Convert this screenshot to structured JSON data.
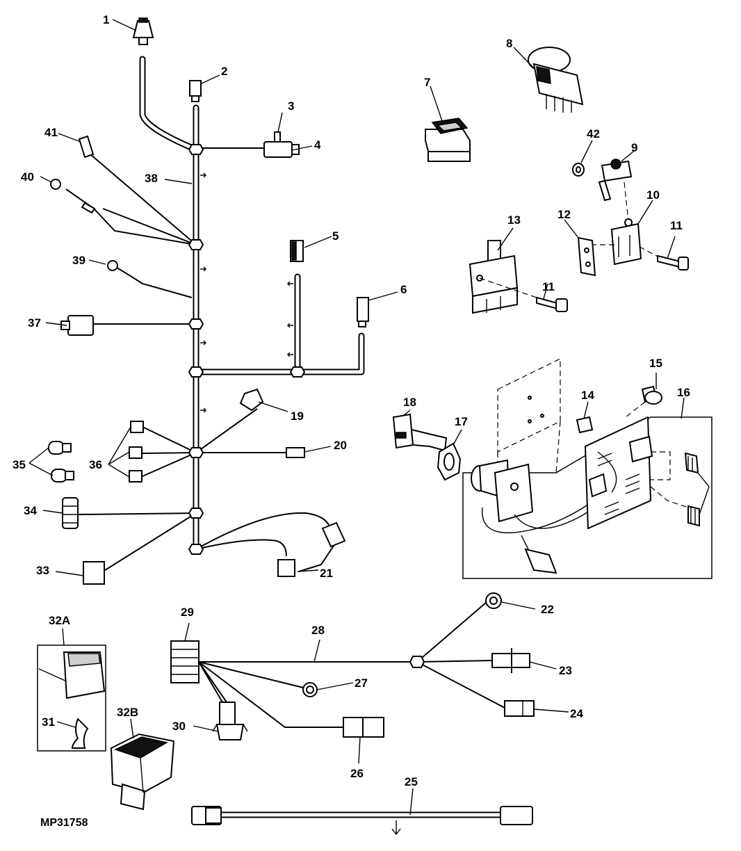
{
  "figure_id": "MP31758",
  "callouts": {
    "c1": "1",
    "c2": "2",
    "c3": "3",
    "c4": "4",
    "c5": "5",
    "c6": "6",
    "c7": "7",
    "c8": "8",
    "c9": "9",
    "c10": "10",
    "c11a": "11",
    "c11b": "11",
    "c12": "12",
    "c13": "13",
    "c14": "14",
    "c15": "15",
    "c16": "16",
    "c17": "17",
    "c18": "18",
    "c19": "19",
    "c20": "20",
    "c21": "21",
    "c22": "22",
    "c23": "23",
    "c24": "24",
    "c25": "25",
    "c26": "26",
    "c27": "27",
    "c28": "28",
    "c29": "29",
    "c30": "30",
    "c31": "31",
    "c32a": "32A",
    "c32b": "32B",
    "c33": "33",
    "c34": "34",
    "c35": "35",
    "c36": "36",
    "c37": "37",
    "c38": "38",
    "c39": "39",
    "c40": "40",
    "c41": "41",
    "c42": "42"
  }
}
